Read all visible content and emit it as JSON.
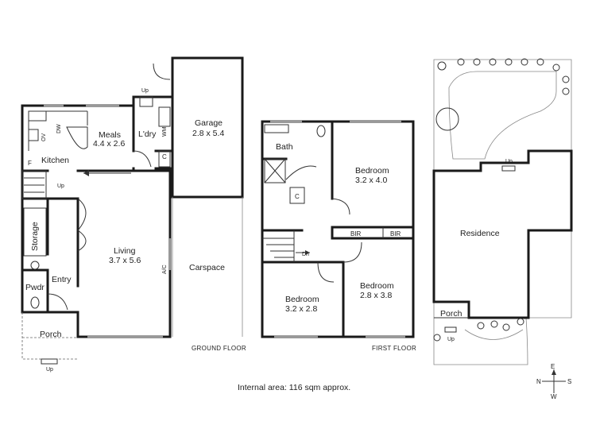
{
  "ground_floor": {
    "caption": "GROUND FLOOR",
    "rooms": {
      "meals": "Meals",
      "meals_dim": "4.4 x 2.6",
      "laundry": "L'dry",
      "garage": "Garage",
      "garage_dim": "2.8 x 5.4",
      "kitchen": "Kitchen",
      "living": "Living",
      "living_dim": "3.7 x 5.6",
      "storage": "Storage",
      "entry": "Entry",
      "powder": "Pwdr",
      "porch": "Porch",
      "carspace": "Carspace"
    },
    "fixtures": {
      "dishwasher": "DW",
      "oven": "OV",
      "fridge": "F",
      "washing_machine": "WM",
      "cupboard": "C",
      "air_con": "A/C"
    },
    "stairs_up": "Up",
    "laundry_up": "Up",
    "porch_up": "Up"
  },
  "first_floor": {
    "caption": "FIRST FLOOR",
    "rooms": {
      "bath": "Bath",
      "bedroom_1": "Bedroom",
      "bedroom_1_dim": "3.2 x 4.0",
      "bedroom_2": "Bedroom",
      "bedroom_2_dim": "3.2 x 2.8",
      "bedroom_3": "Bedroom",
      "bedroom_3_dim": "2.8 x 3.8"
    },
    "fixtures": {
      "cupboard": "C",
      "bir_1": "BIR",
      "bir_2": "BIR"
    },
    "stairs_down": "Dn"
  },
  "site_plan": {
    "residence": "Residence",
    "porch": "Porch",
    "up_top": "Up",
    "up_bottom": "Up"
  },
  "compass": {
    "n": "N",
    "e": "E",
    "s": "S",
    "w": "W"
  },
  "footer": {
    "area_text": "Internal area: 116 sqm approx."
  }
}
